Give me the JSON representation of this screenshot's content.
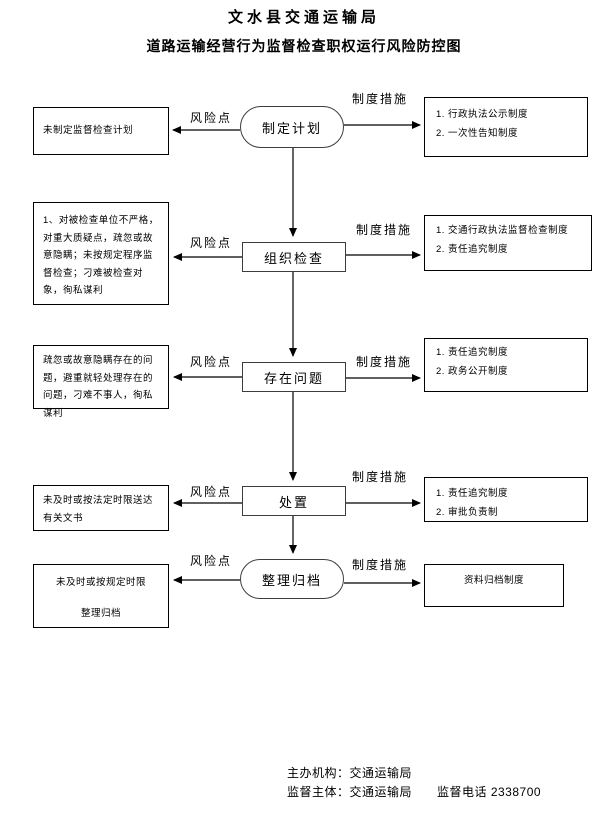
{
  "page": {
    "title": "文水县交通运输局",
    "subtitle": "道路运输经营行为监督检查职权运行风险防控图"
  },
  "labels": {
    "risk": "风险点",
    "measure": "制度措施"
  },
  "flow": {
    "steps": [
      {
        "name": "制定计划",
        "shape": "oval",
        "risk_text": "未制定监督检查计划",
        "measures": [
          "1. 行政执法公示制度",
          "2. 一次性告知制度"
        ]
      },
      {
        "name": "组织检查",
        "shape": "rect",
        "risk_text": "1、对被检查单位不严格，对重大质疑点，疏忽或故意隐瞒；未按规定程序监督检查；刁难被检查对象，徇私谋利",
        "measures": [
          "1. 交通行政执法监督检查制度",
          "2. 责任追究制度"
        ]
      },
      {
        "name": "存在问题",
        "shape": "rect",
        "risk_text": "疏忽或故意隐瞒存在的问题，避重就轻处理存在的问题，刁难不事人，徇私谋利",
        "measures": [
          "1. 责任追究制度",
          "2. 政务公开制度"
        ]
      },
      {
        "name": "处置",
        "shape": "rect",
        "risk_text": "未及时或按法定时限送达有关文书",
        "measures": [
          "1. 责任追究制度",
          "2. 审批负责制"
        ]
      },
      {
        "name": "整理归档",
        "shape": "oval",
        "risk_text": "未及时或按规定时限",
        "risk_text2": "整理归档",
        "measures": [
          "资料归档制度"
        ]
      }
    ]
  },
  "footer": {
    "line1": "主办机构：交通运输局",
    "line2": "监督主体：交通运输局　　监督电话 2338700"
  }
}
